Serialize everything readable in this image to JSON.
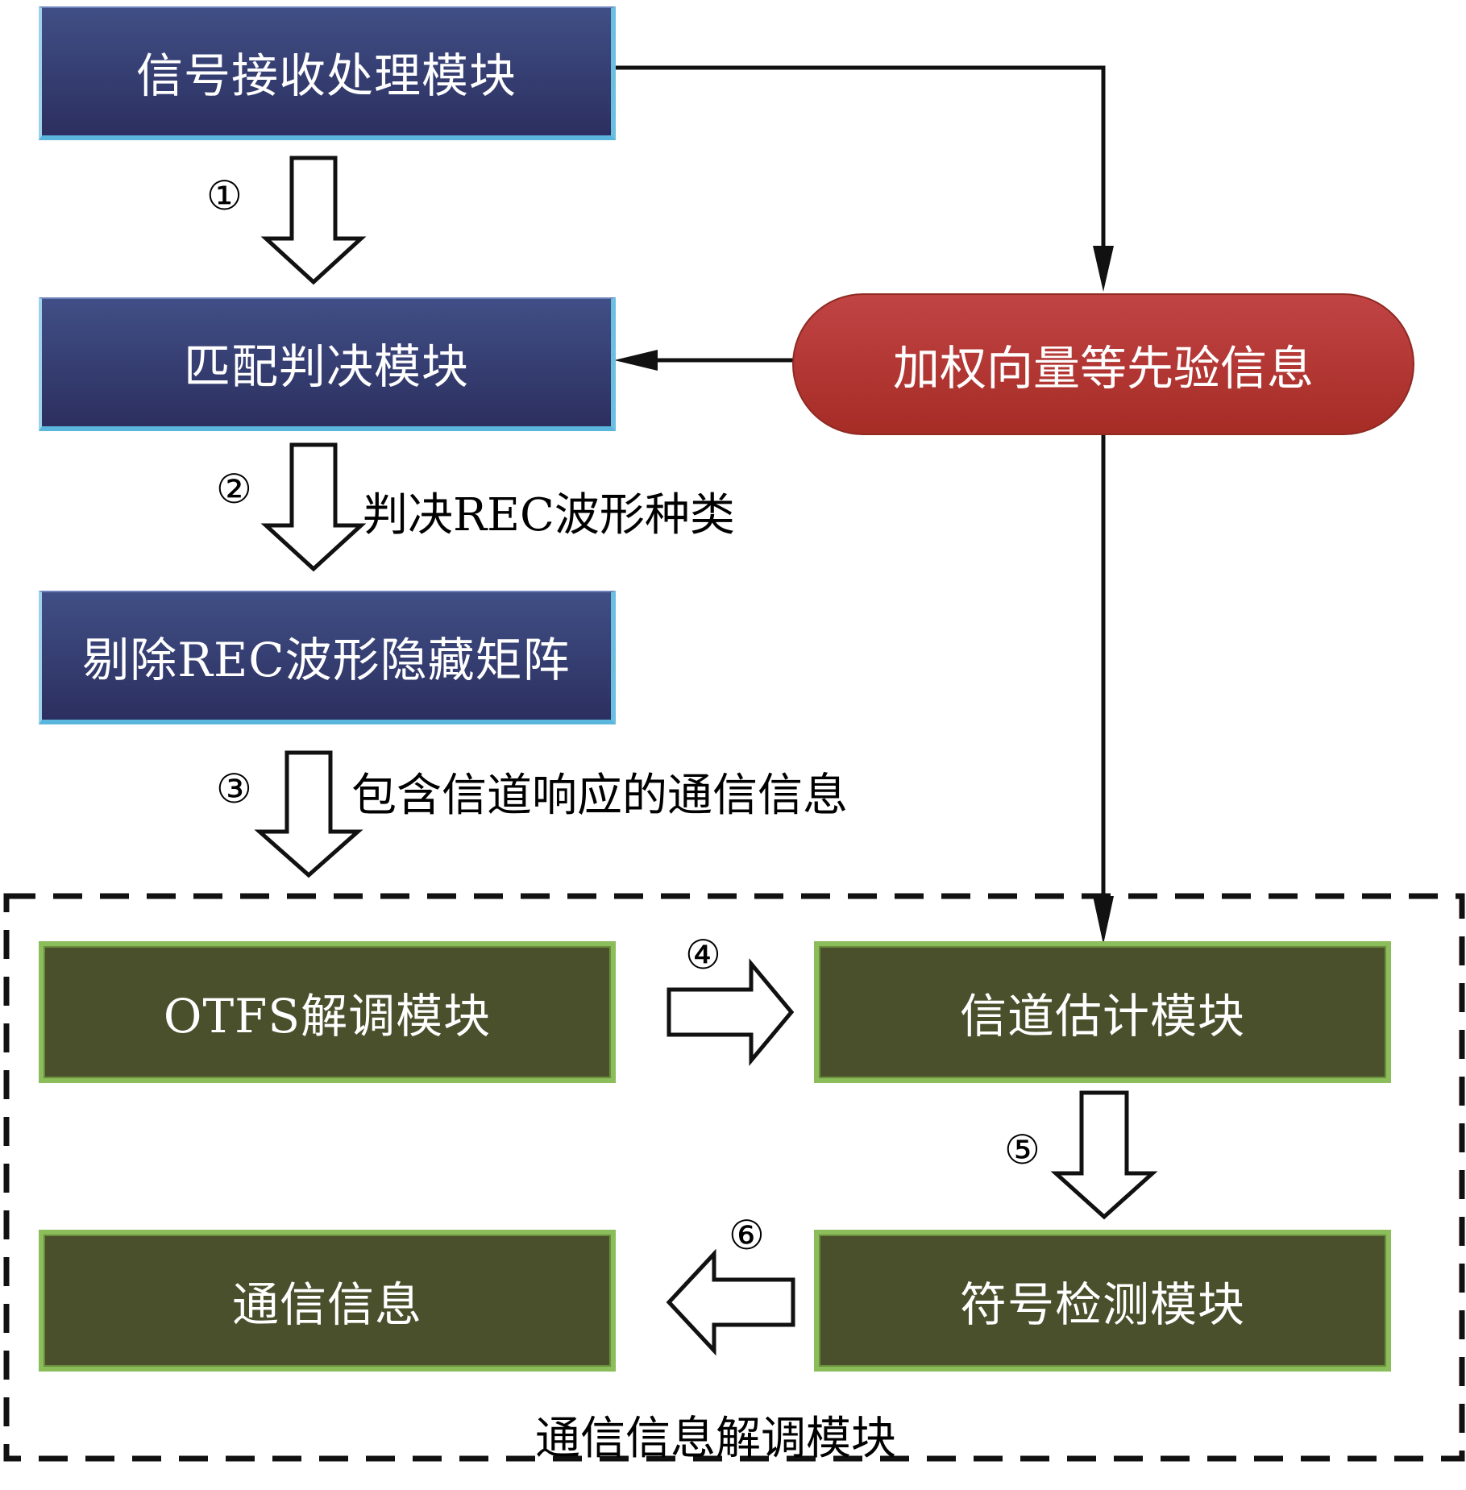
{
  "modules": {
    "signal_receive": "信号接收处理模块",
    "match_decision": "匹配判决模块",
    "remove_rec": "剔除REC波形隐藏矩阵",
    "prior_info": "加权向量等先验信息",
    "otfs_demod": "OTFS解调模块",
    "channel_est": "信道估计模块",
    "symbol_detect": "符号检测模块",
    "comm_info": "通信信息"
  },
  "group": {
    "label": "通信信息解调模块"
  },
  "steps": [
    {
      "num": "①",
      "label": ""
    },
    {
      "num": "②",
      "label": "判决REC波形种类"
    },
    {
      "num": "③",
      "label": "包含信道响应的通信信息"
    },
    {
      "num": "④",
      "label": ""
    },
    {
      "num": "⑤",
      "label": ""
    },
    {
      "num": "⑥",
      "label": ""
    }
  ],
  "colors": {
    "blue_module": "#343c70",
    "prior_pill": "#b0332d",
    "green_module": "#4a4f2c",
    "green_border": "#8bbd5a"
  }
}
